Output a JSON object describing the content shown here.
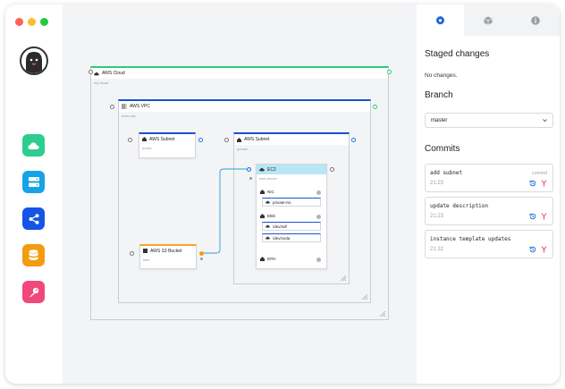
{
  "window": {
    "traffic_colors": [
      "#fe5f57",
      "#febc2e",
      "#28c840"
    ]
  },
  "sidebar": {
    "items": [
      {
        "name": "cloud",
        "icon": "cloud-icon",
        "color": "#2ecc8f"
      },
      {
        "name": "server",
        "icon": "server-icon",
        "color": "#16a3e8"
      },
      {
        "name": "share",
        "icon": "share-icon",
        "color": "#1455e6"
      },
      {
        "name": "database",
        "icon": "database-icon",
        "color": "#f39c12"
      },
      {
        "name": "key",
        "icon": "key-icon",
        "color": "#f0487a"
      }
    ]
  },
  "canvas": {
    "cloud": {
      "label": "AWS Cloud",
      "sub": "my-cloud",
      "accent": "#2ecc71"
    },
    "vpc": {
      "label": "AWS VPC",
      "sub": "main-vpc",
      "accent": "#1a4fd6"
    },
    "subnet_public": {
      "label": "AWS Subnet",
      "sub": "public"
    },
    "subnet_private": {
      "label": "AWS Subnet",
      "sub": "private"
    },
    "ec2": {
      "label": "EC2",
      "sub": "web-server",
      "nic_label": "NIC",
      "nic_item": "private-nic",
      "ebs_label": "EBS",
      "ebs_items": [
        "/dev/sdf",
        "/dev/xvda"
      ],
      "eph_label": "EPH"
    },
    "s3": {
      "label": "AWS S3 Bucket",
      "sub": "files"
    }
  },
  "panel": {
    "tabs": [
      {
        "icon": "gear-icon",
        "active": true
      },
      {
        "icon": "cube-icon",
        "active": false
      },
      {
        "icon": "info-icon",
        "active": false
      }
    ],
    "staged_title": "Staged changes",
    "staged_status": "No changes.",
    "branch_title": "Branch",
    "branch_value": "master",
    "commits_title": "Commits",
    "commits": [
      {
        "message": "add subnet",
        "tag": "current",
        "time": "21:23"
      },
      {
        "message": "update description",
        "tag": "",
        "time": "21:23"
      },
      {
        "message": "instance template updates",
        "tag": "",
        "time": "21:22"
      }
    ]
  }
}
